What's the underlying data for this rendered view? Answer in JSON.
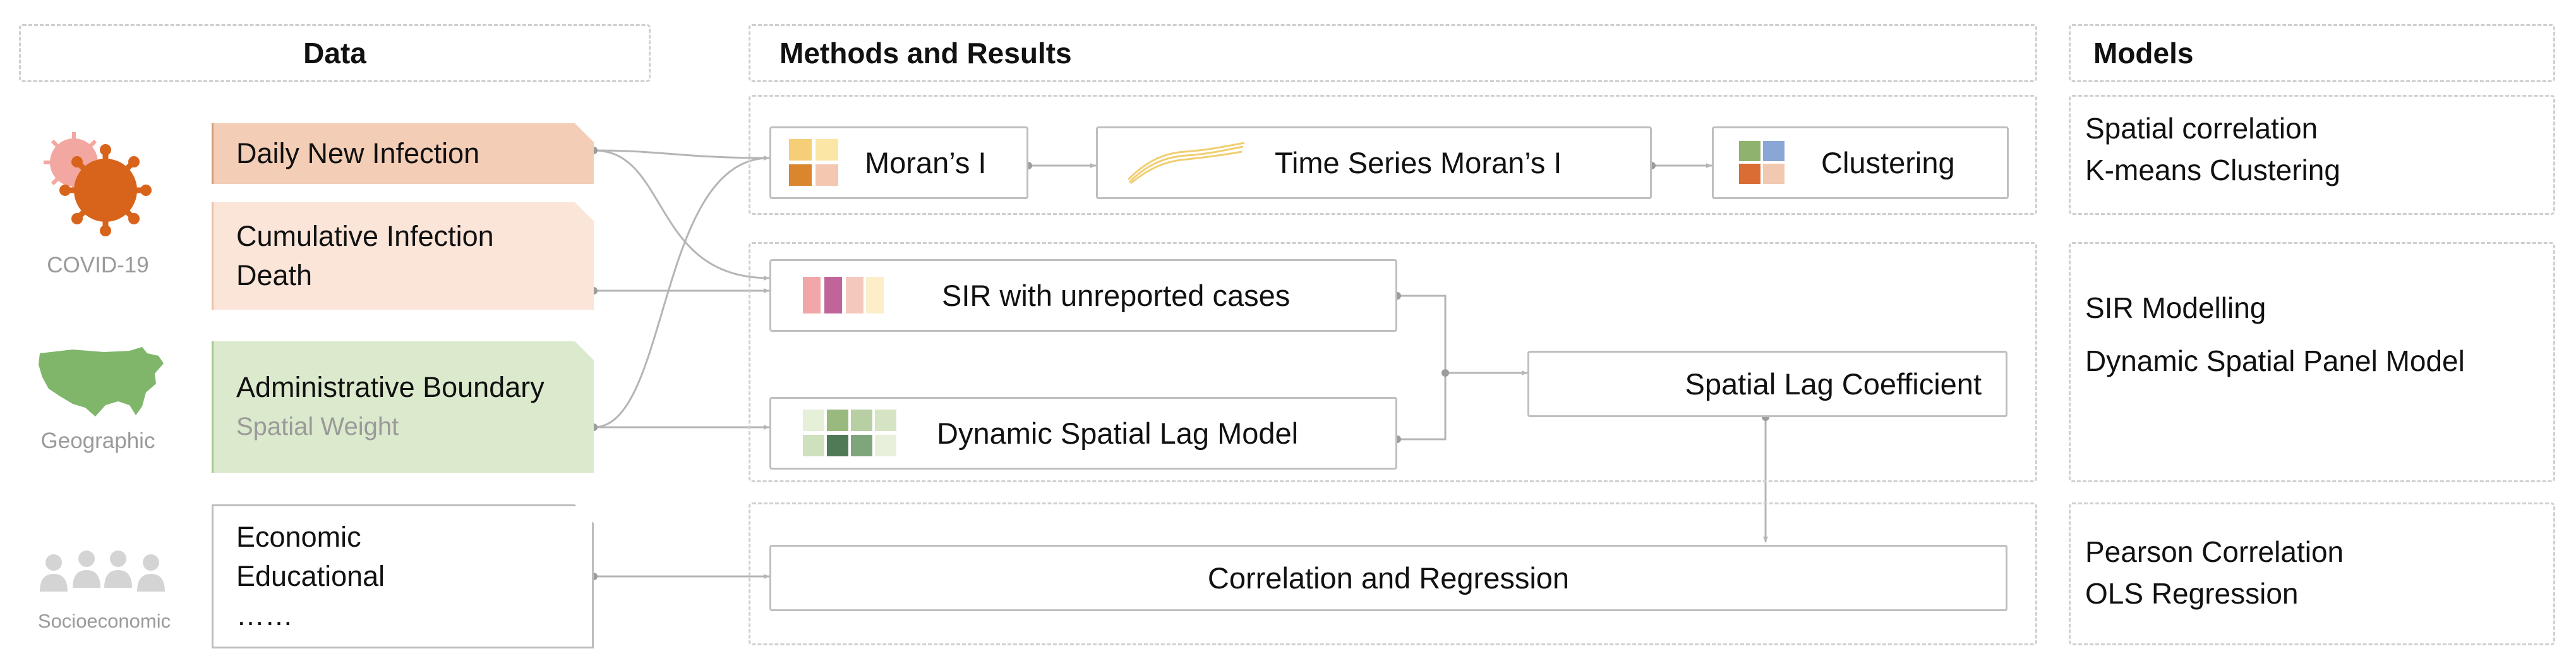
{
  "headers": {
    "data": "Data",
    "methods": "Methods and Results",
    "models": "Models"
  },
  "sources": {
    "covid": "COVID-19",
    "geographic": "Geographic",
    "socioeconomic": "Socioeconomic"
  },
  "data_cards": {
    "daily": "Daily New Infection",
    "cumulative_1": "Cumulative Infection",
    "cumulative_2": "Death",
    "admin": "Administrative Boundary",
    "weight": "Spatial Weight",
    "econ": "Economic",
    "edu": "Educational",
    "more": "……"
  },
  "methods": {
    "morans": "Moran’s I",
    "ts_morans": "Time Series Moran’s I",
    "clustering": "Clustering",
    "sir": "SIR with unreported cases",
    "dslm": "Dynamic Spatial Lag Model",
    "slc": "Spatial Lag Coefficient",
    "corr": "Correlation and Regression"
  },
  "models": {
    "spatial_corr": "Spatial correlation",
    "kmeans": "K-means Clustering",
    "sir_modelling": "SIR Modelling",
    "dspm": "Dynamic Spatial Panel Model",
    "pearson": "Pearson Correlation",
    "ols": "OLS Regression"
  },
  "colors": {
    "covid_orange": "#d8641c",
    "covid_pink": "#f2a7a0",
    "map_green": "#7fb66a",
    "people_gray": "#d4d4d4",
    "connector": "#b5b5b5"
  },
  "icons": {
    "covid": "virus-icon",
    "geographic": "usa-map-icon",
    "socioeconomic": "people-group-icon",
    "morans": "color-grid-icon",
    "ts_morans": "time-series-curve-icon",
    "clustering": "cluster-grid-icon",
    "sir": "color-bars-icon",
    "dslm": "heatmap-grid-icon"
  }
}
